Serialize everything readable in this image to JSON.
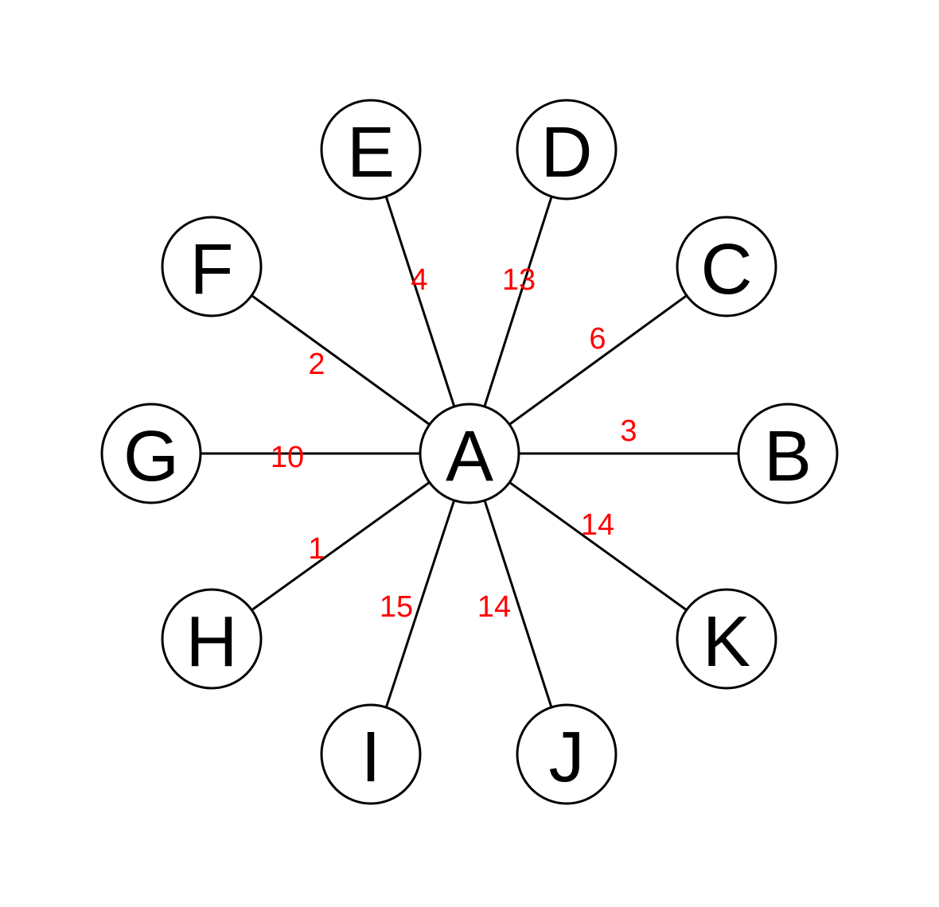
{
  "graph": {
    "center_node": "A",
    "nodes": [
      "A",
      "B",
      "C",
      "D",
      "E",
      "F",
      "G",
      "H",
      "I",
      "J",
      "K"
    ],
    "edges": [
      {
        "from": "A",
        "to": "B",
        "weight": "3"
      },
      {
        "from": "A",
        "to": "C",
        "weight": "6"
      },
      {
        "from": "A",
        "to": "D",
        "weight": "13"
      },
      {
        "from": "A",
        "to": "E",
        "weight": "4"
      },
      {
        "from": "A",
        "to": "F",
        "weight": "2"
      },
      {
        "from": "A",
        "to": "G",
        "weight": "10"
      },
      {
        "from": "A",
        "to": "H",
        "weight": "1"
      },
      {
        "from": "A",
        "to": "I",
        "weight": "15"
      },
      {
        "from": "A",
        "to": "J",
        "weight": "14"
      },
      {
        "from": "A",
        "to": "K",
        "weight": "14"
      }
    ]
  },
  "colors": {
    "edge": "#000000",
    "node_stroke": "#000000",
    "node_fill": "#ffffff",
    "node_text": "#000000",
    "weight_text": "#ff0000"
  }
}
